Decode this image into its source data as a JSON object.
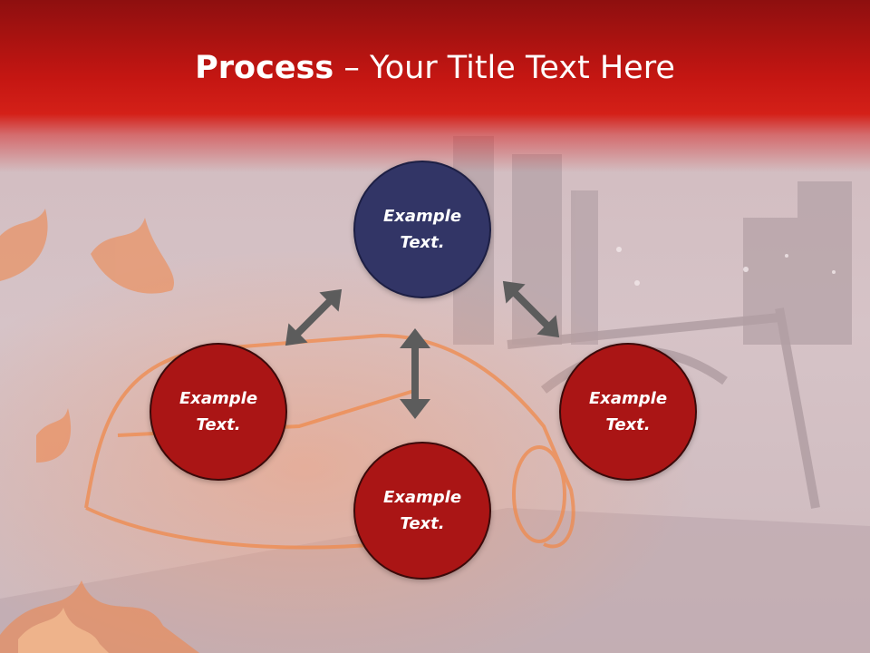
{
  "slide": {
    "title_strong": "Process",
    "title_rest": " – Your Title Text Here"
  },
  "diagram": {
    "nodes": [
      {
        "id": "top",
        "label": "Example Text.",
        "color": "#323566"
      },
      {
        "id": "left",
        "label": "Example Text.",
        "color": "#aa1515"
      },
      {
        "id": "right",
        "label": "Example Text.",
        "color": "#aa1515"
      },
      {
        "id": "bottom",
        "label": "Example Text.",
        "color": "#aa1515"
      }
    ],
    "connections": [
      {
        "from": "top",
        "to": "left",
        "type": "double-arrow"
      },
      {
        "from": "top",
        "to": "right",
        "type": "double-arrow"
      },
      {
        "from": "top",
        "to": "bottom",
        "type": "double-arrow"
      }
    ],
    "arrow_color": "#5c5c5c"
  }
}
